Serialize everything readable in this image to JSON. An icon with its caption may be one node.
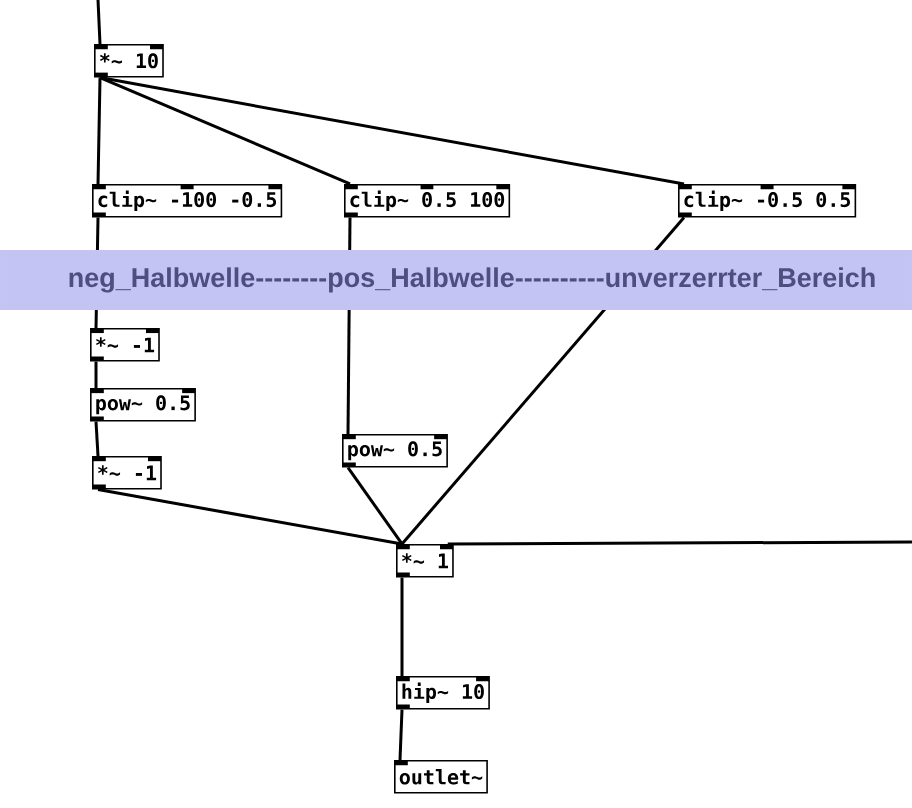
{
  "diagram": {
    "nodes": [
      {
        "text": [
          "*~ 10"
        ]
      },
      {
        "text": [
          "clip~ -100 -0.5"
        ]
      },
      {
        "text": [
          "clip~ 0.5 100"
        ]
      },
      {
        "text": [
          "clip~ -0.5 0.5"
        ]
      },
      {
        "text": [
          "*~ -1"
        ]
      },
      {
        "text": [
          "pow~ 0.5"
        ]
      },
      {
        "text": [
          "*~ -1"
        ]
      },
      {
        "text": [
          "pow~ 0.5"
        ]
      },
      {
        "text": [
          "*~ 1"
        ]
      },
      {
        "text": [
          "hip~ 10"
        ]
      },
      {
        "text": [
          "outlet~"
        ]
      }
    ],
    "edges": [
      {
        "from": null,
        "to": 0,
        "arrow": "none"
      },
      {
        "from": 0,
        "to": 1,
        "arrow": "none"
      },
      {
        "from": 0,
        "to": 2,
        "arrow": "none"
      },
      {
        "from": 0,
        "to": 3,
        "arrow": "none"
      },
      {
        "from": 1,
        "to": 4,
        "arrow": "none"
      },
      {
        "from": 2,
        "to": 7,
        "arrow": "none"
      },
      {
        "from": 3,
        "to": 8,
        "arrow": "none"
      },
      {
        "from": 4,
        "to": 5,
        "arrow": "none"
      },
      {
        "from": 5,
        "to": 6,
        "arrow": "none"
      },
      {
        "from": 6,
        "to": 8,
        "arrow": "none"
      },
      {
        "from": 7,
        "to": 8,
        "arrow": "none"
      },
      {
        "from": null,
        "to": 8,
        "arrow": "none"
      },
      {
        "from": 8,
        "to": 9,
        "arrow": "none"
      },
      {
        "from": 9,
        "to": 10,
        "arrow": "none"
      }
    ],
    "labels": [
      "neg_Halbwelle--------pos_Halbwelle----------unverzerrter_Bereich"
    ]
  }
}
